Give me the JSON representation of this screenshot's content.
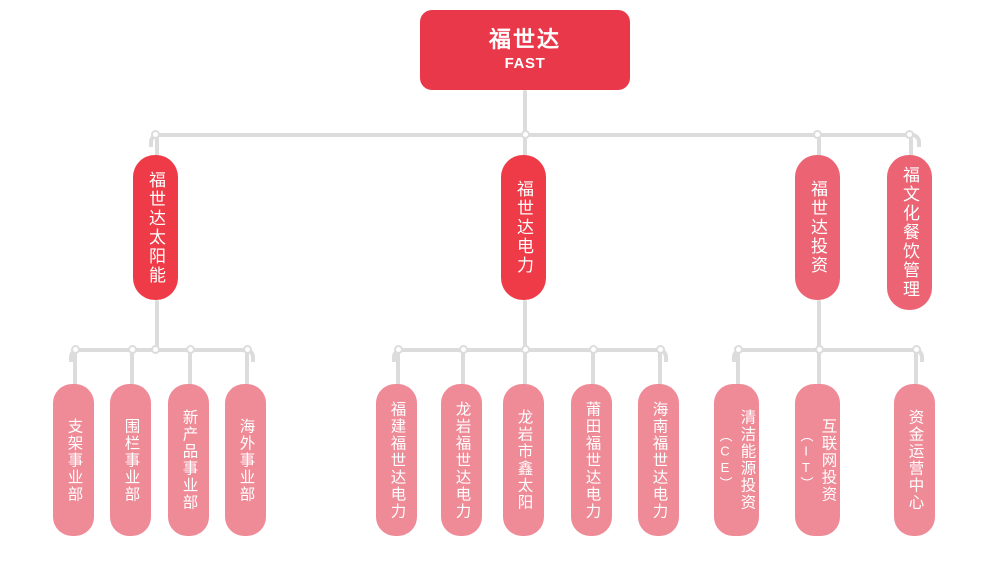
{
  "chart": {
    "title_cn": "福世达",
    "title_en": "FAST",
    "colors": {
      "root": "#E8384A",
      "level2_primary": "#EE3B47",
      "level2_secondary": "#EC6473",
      "level3": "#EF8A97",
      "connector": "#DCDCDC",
      "joint_fill": "#FFFFFF",
      "background": "#FFFFFF",
      "node_text": "#FFFFFF"
    }
  },
  "root": {
    "name_cn": "福世达",
    "name_en": "FAST"
  },
  "divisions": [
    {
      "label": "福世达太阳能",
      "children": [
        {
          "label": "支架事业部"
        },
        {
          "label": "围栏事业部"
        },
        {
          "label": "新产品事业部"
        },
        {
          "label": "海外事业部"
        }
      ]
    },
    {
      "label": "福世达电力",
      "children": [
        {
          "label": "福建福世达电力"
        },
        {
          "label": "龙岩福世达电力"
        },
        {
          "label": "龙岩市鑫太阳"
        },
        {
          "label": "莆田福世达电力"
        },
        {
          "label": "海南福世达电力"
        }
      ]
    },
    {
      "label": "福世达投资",
      "children": [
        {
          "label": "清洁能源投资",
          "sub": "（CE）"
        },
        {
          "label": "互联网投资",
          "sub": "（IT）"
        },
        {
          "label": "资金运营中心"
        }
      ]
    },
    {
      "label": "福文化餐饮管理",
      "children": []
    }
  ]
}
